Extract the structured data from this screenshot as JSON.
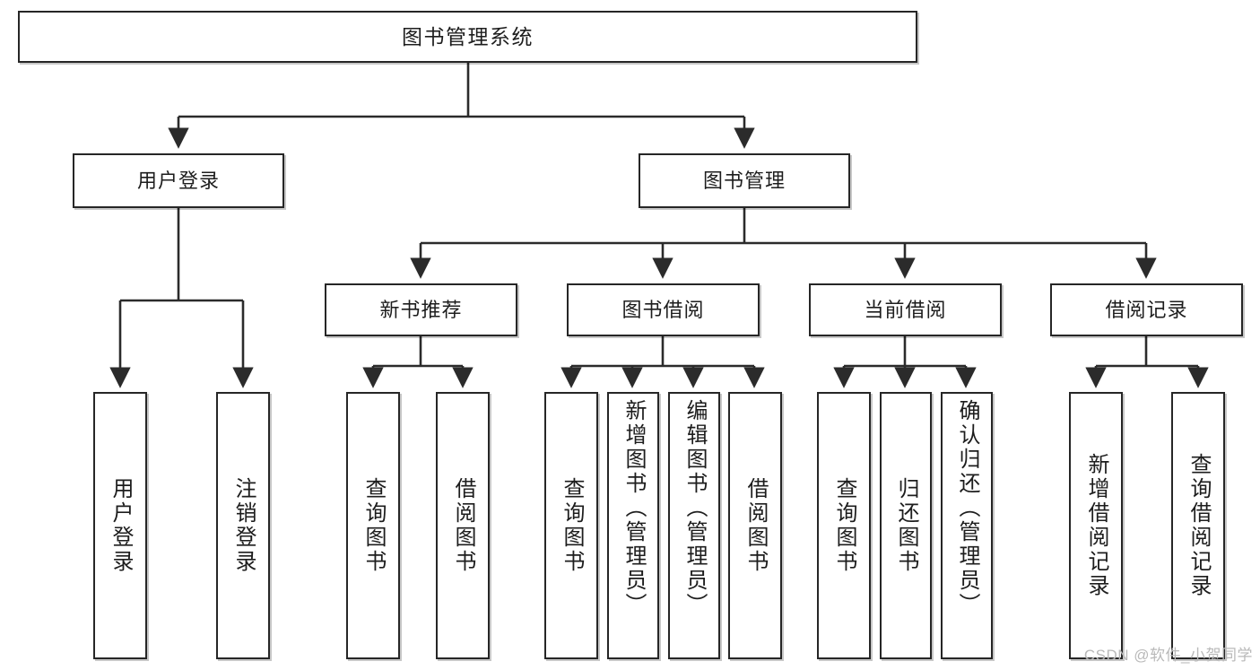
{
  "diagram": {
    "type": "tree",
    "title": "图书管理系统",
    "watermark": "CSDN @软件_小贺同学",
    "nodes": {
      "root": {
        "label": "图书管理系统"
      },
      "level2": [
        {
          "id": "user-login",
          "label": "用户登录"
        },
        {
          "id": "book-manage",
          "label": "图书管理"
        }
      ],
      "level3": [
        {
          "id": "new-book-recommend",
          "label": "新书推荐"
        },
        {
          "id": "book-borrow",
          "label": "图书借阅"
        },
        {
          "id": "current-borrow",
          "label": "当前借阅"
        },
        {
          "id": "borrow-record",
          "label": "借阅记录"
        }
      ],
      "leaves": [
        {
          "id": "leaf-user-login",
          "label": "用户登录",
          "parent": "user-login"
        },
        {
          "id": "leaf-logout-login",
          "label": "注销登录",
          "parent": "user-login"
        },
        {
          "id": "leaf-query-book-1",
          "label": "查询图书",
          "parent": "new-book-recommend"
        },
        {
          "id": "leaf-borrow-book-1",
          "label": "借阅图书",
          "parent": "new-book-recommend"
        },
        {
          "id": "leaf-query-book-2",
          "label": "查询图书",
          "parent": "book-borrow"
        },
        {
          "id": "leaf-add-book",
          "label": "新增图书（管理员）",
          "parent": "book-borrow"
        },
        {
          "id": "leaf-edit-book",
          "label": "编辑图书（管理员）",
          "parent": "book-borrow"
        },
        {
          "id": "leaf-borrow-book-2",
          "label": "借阅图书",
          "parent": "book-borrow"
        },
        {
          "id": "leaf-query-book-3",
          "label": "查询图书",
          "parent": "current-borrow"
        },
        {
          "id": "leaf-return-book",
          "label": "归还图书",
          "parent": "current-borrow"
        },
        {
          "id": "leaf-confirm-return",
          "label": "确认归还（管理员）",
          "parent": "current-borrow"
        },
        {
          "id": "leaf-add-record",
          "label": "新增借阅记录",
          "parent": "borrow-record"
        },
        {
          "id": "leaf-query-record",
          "label": "查询借阅记录",
          "parent": "borrow-record"
        }
      ]
    },
    "colors": {
      "stroke": "#262626",
      "fill": "#ffffff",
      "text": "#1d1d1d",
      "watermark": "#b9b9b9"
    }
  }
}
